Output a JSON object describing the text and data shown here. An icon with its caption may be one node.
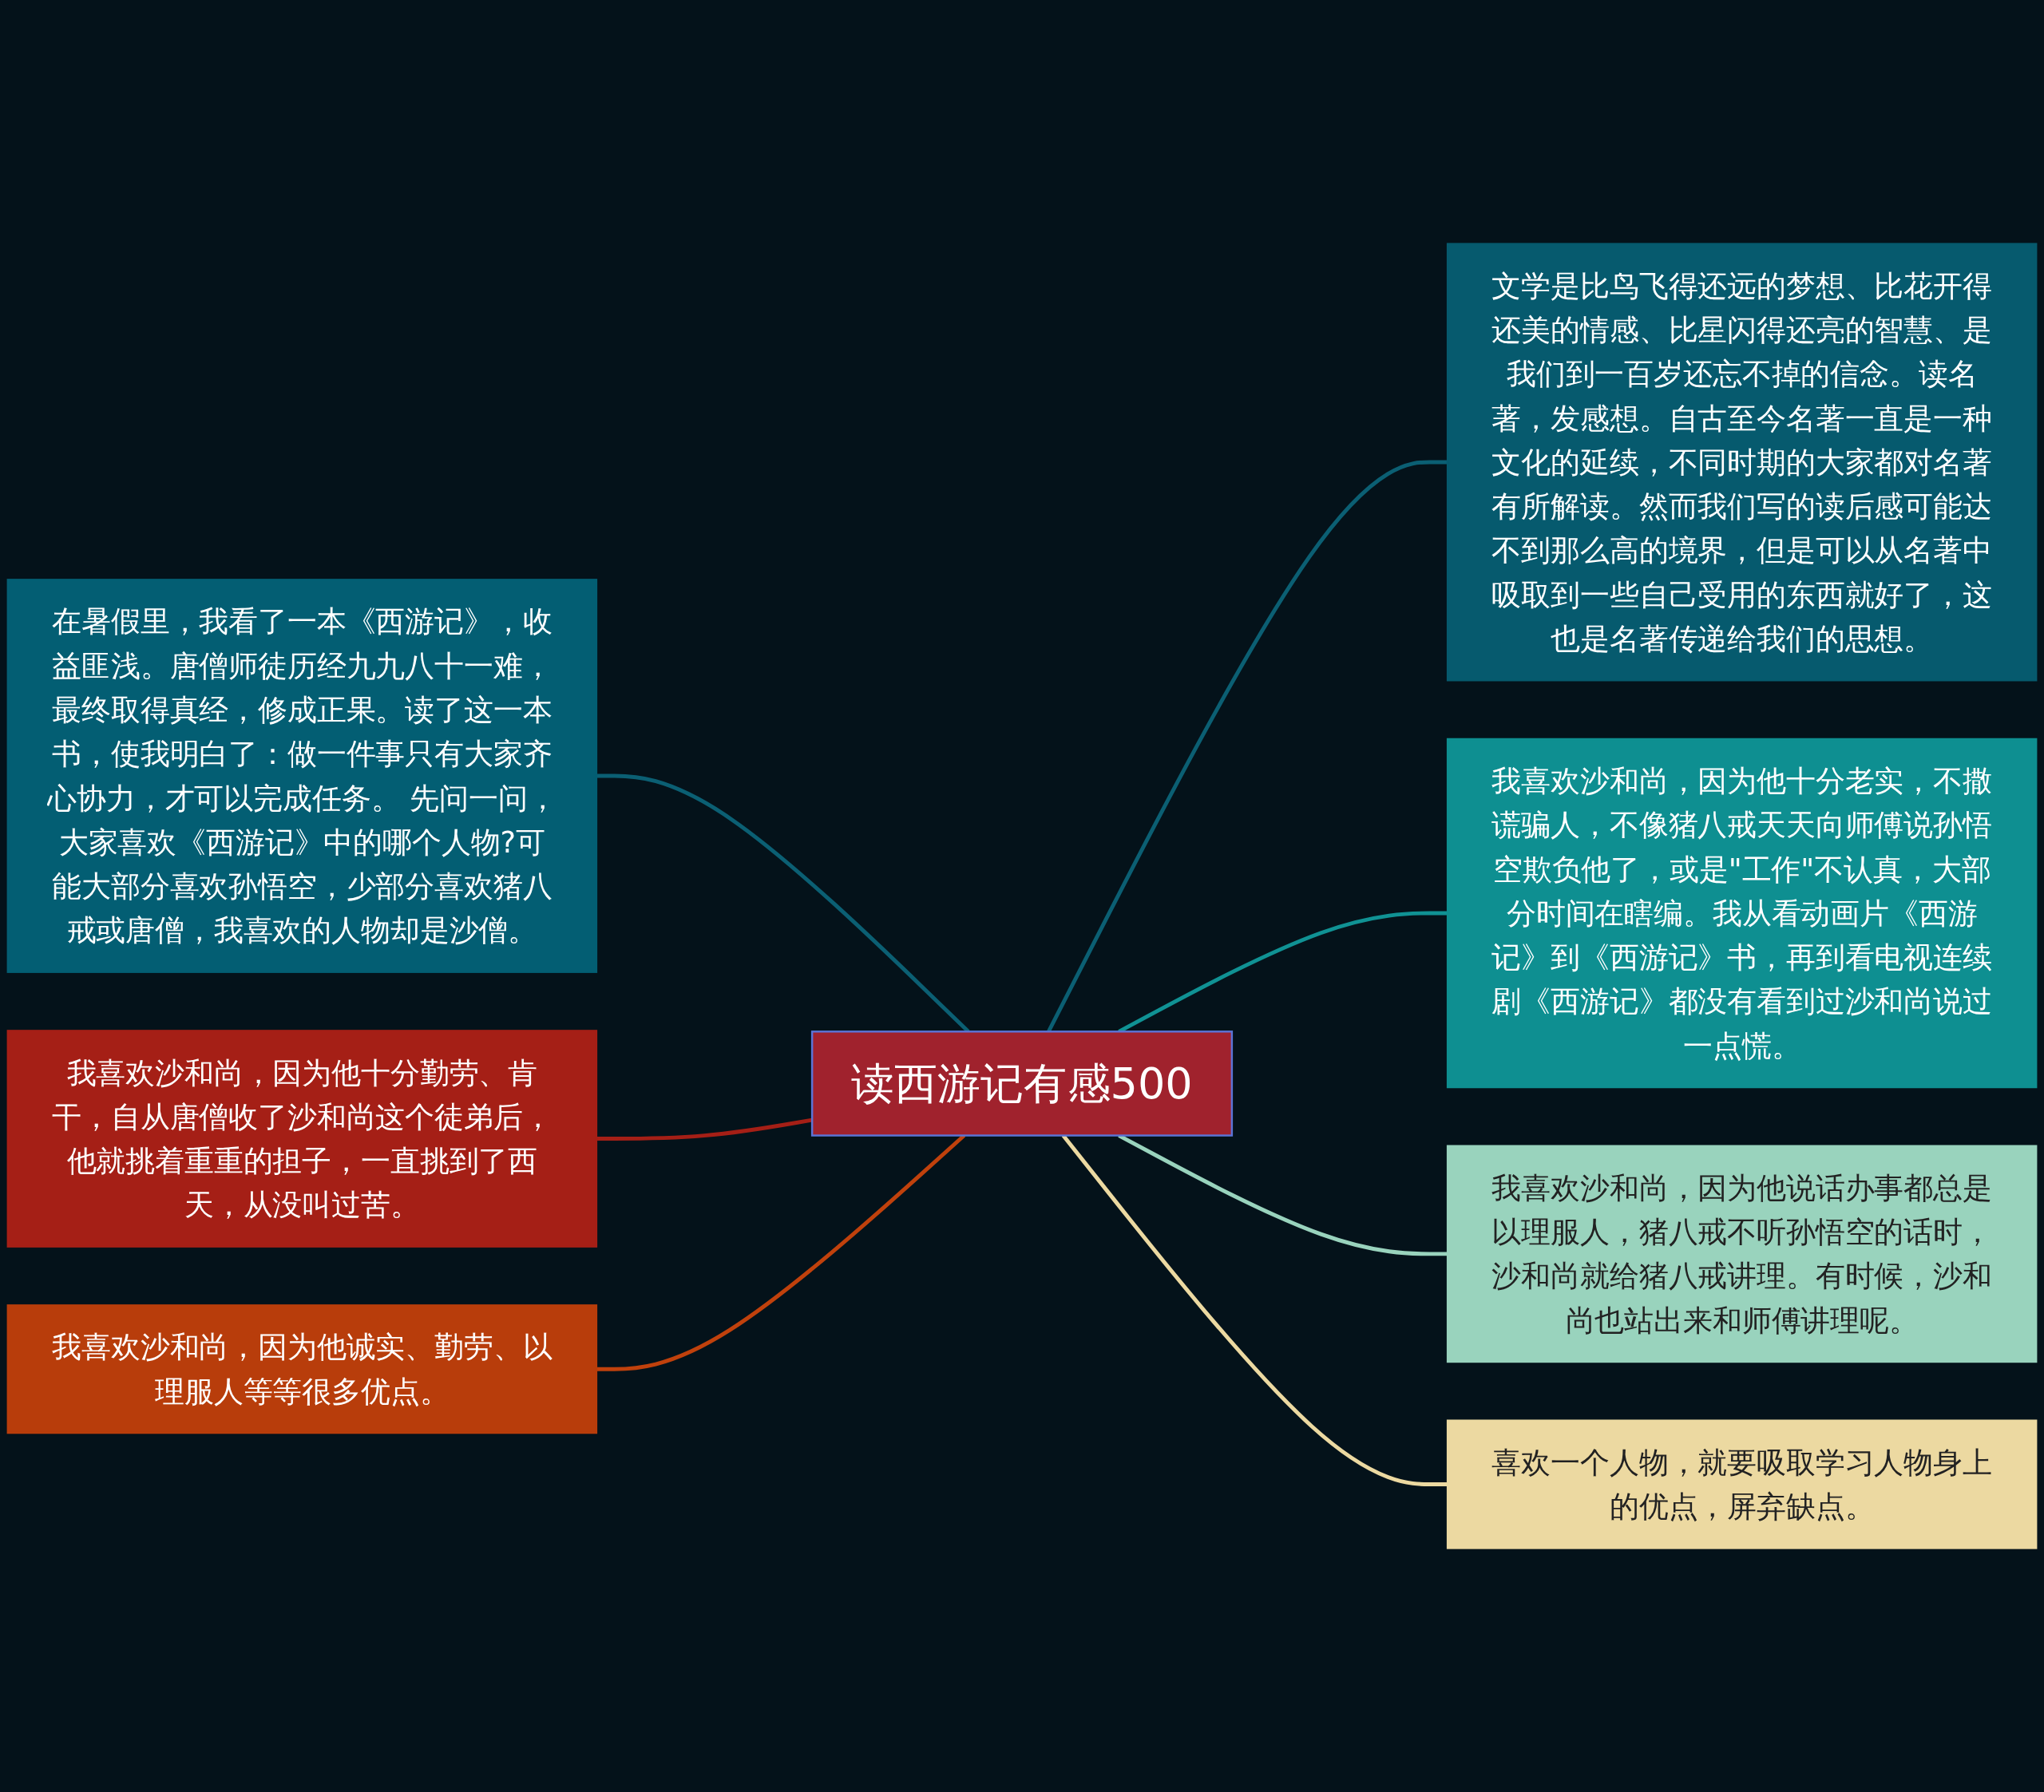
{
  "diagram": {
    "nodes": [
      {
        "text": [
          "读西游记有感500"
        ]
      },
      {
        "text": [
          "在暑假里，我看了一本《西游记》，收益匪浅。唐僧师徒历经九九八十一难，最终取得真经，修成正果。读了这一本书，使我明白了：做一件事只有大家齐心协力，才可以完成任务。 先问一问，大家喜欢《西游记》中的哪个人物?可能大部分喜欢孙悟空，少部分喜欢猪八戒或唐僧，我喜欢的人物却是沙僧。"
        ]
      },
      {
        "text": [
          "我喜欢沙和尚，因为他十分勤劳、肯干，自从唐僧收了沙和尚这个徒弟后，他就挑着重重的担子，一直挑到了西天，从没叫过苦。"
        ]
      },
      {
        "text": [
          "我喜欢沙和尚，因为他诚实、勤劳、以理服人等等很多优点。"
        ]
      },
      {
        "text": [
          "文学是比鸟飞得还远的梦想、比花开得还美的情感、比星闪得还亮的智慧、是我们到一百岁还忘不掉的信念。读名著，发感想。自古至今名著一直是一种文化的延续，不同时期的大家都对名著有所解读。然而我们写的读后感可能达不到那么高的境界，但是可以从名著中吸取到一些自己受用的东西就好了，这也是名著传递给我们的思想。"
        ]
      },
      {
        "text": [
          "我喜欢沙和尚，因为他十分老实，不撒谎骗人，不像猪八戒天天向师傅说孙悟空欺负他了，或是\"工作\"不认真，大部分时间在瞎编。我从看动画片《西游记》到《西游记》书，再到看电视连续剧《西游记》都没有看到过沙和尚说过一点慌。"
        ]
      },
      {
        "text": [
          "我喜欢沙和尚，因为他说话办事都总是以理服人，猪八戒不听孙悟空的话时，沙和尚就给猪八戒讲理。有时候，沙和尚也站出来和师傅讲理呢。"
        ]
      },
      {
        "text": [
          "喜欢一个人物，就要吸取学习人物身上的优点，屏弃缺点。"
        ]
      }
    ],
    "edges": [
      {
        "from": 0,
        "to": 1,
        "arrow": "none",
        "color": "#0b5f73"
      },
      {
        "from": 0,
        "to": 2,
        "arrow": "none",
        "color": "#a51f16"
      },
      {
        "from": 0,
        "to": 3,
        "arrow": "none",
        "color": "#c0410c"
      },
      {
        "from": 0,
        "to": 4,
        "arrow": "none",
        "color": "#0b5f73"
      },
      {
        "from": 0,
        "to": 5,
        "arrow": "none",
        "color": "#109294"
      },
      {
        "from": 0,
        "to": 6,
        "arrow": "none",
        "color": "#99d3bd"
      },
      {
        "from": 0,
        "to": 7,
        "arrow": "none",
        "color": "#ecd9a1"
      }
    ]
  }
}
